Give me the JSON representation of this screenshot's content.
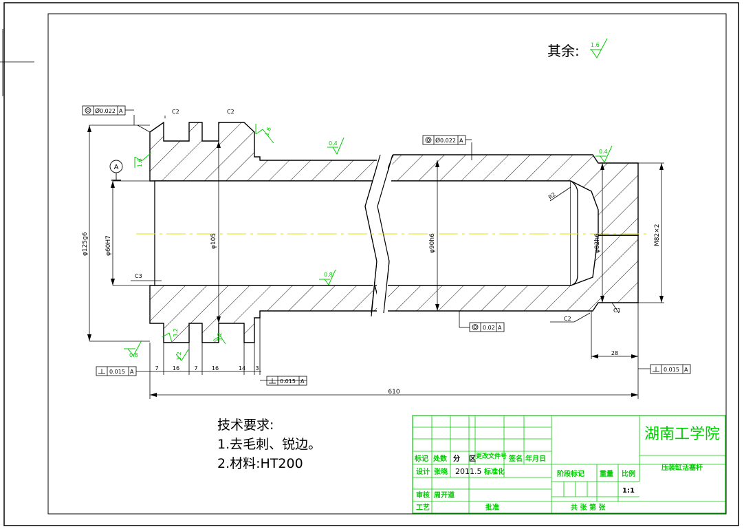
{
  "drawing": {
    "roughness_note": "其余:",
    "roughness_default": "1.6",
    "tech_requirements": {
      "heading": "技术要求:",
      "items": [
        "1.去毛刺、锐边。",
        "2.材料:HT200"
      ]
    },
    "chamfers": [
      "C2",
      "C2",
      "C3",
      "C2",
      "C1"
    ],
    "fillet": "R2",
    "datum": "A",
    "diameters": {
      "d1": "φ125g6",
      "d2": "φ60H7",
      "d3": "φ105",
      "d4": "φ90h6",
      "d5": "φ82h6",
      "thread": "M82×2"
    },
    "tolerances": {
      "coaxial_left": "0.022",
      "coaxial_mid": "0.022",
      "coaxial_bottom": "0.02",
      "perp_left": "0.015",
      "perp_mid": "0.015",
      "perp_right": "0.015"
    },
    "roughness_values": [
      "0.4",
      "0.4",
      "0.8",
      "0.8",
      "1.6",
      "1.6",
      "3.2",
      "3.2",
      "3.2"
    ],
    "dims": {
      "total_length": "610",
      "len_7a": "7",
      "len_16a": "16",
      "len_7b": "7",
      "len_16b": "16",
      "len_14": "14",
      "len_3": "3",
      "len_28": "28"
    }
  },
  "title_block": {
    "school": "湖南工学院",
    "part_name": "压装缸活塞杆",
    "row_headers": [
      "标记",
      "处数",
      "分",
      "区",
      "更改文件号",
      "签名",
      "年月日"
    ],
    "design_label": "设计",
    "designer": "张晓",
    "date": "2011.5",
    "standard_label": "标准化",
    "review_label": "审核",
    "reviewer": "周开道",
    "process_label": "工艺",
    "approve_label": "批准",
    "stage_label": "阶段标记",
    "weight_label": "重量",
    "scale_label": "比例",
    "scale": "1:1",
    "sheets_label": "共  张  第  张"
  }
}
